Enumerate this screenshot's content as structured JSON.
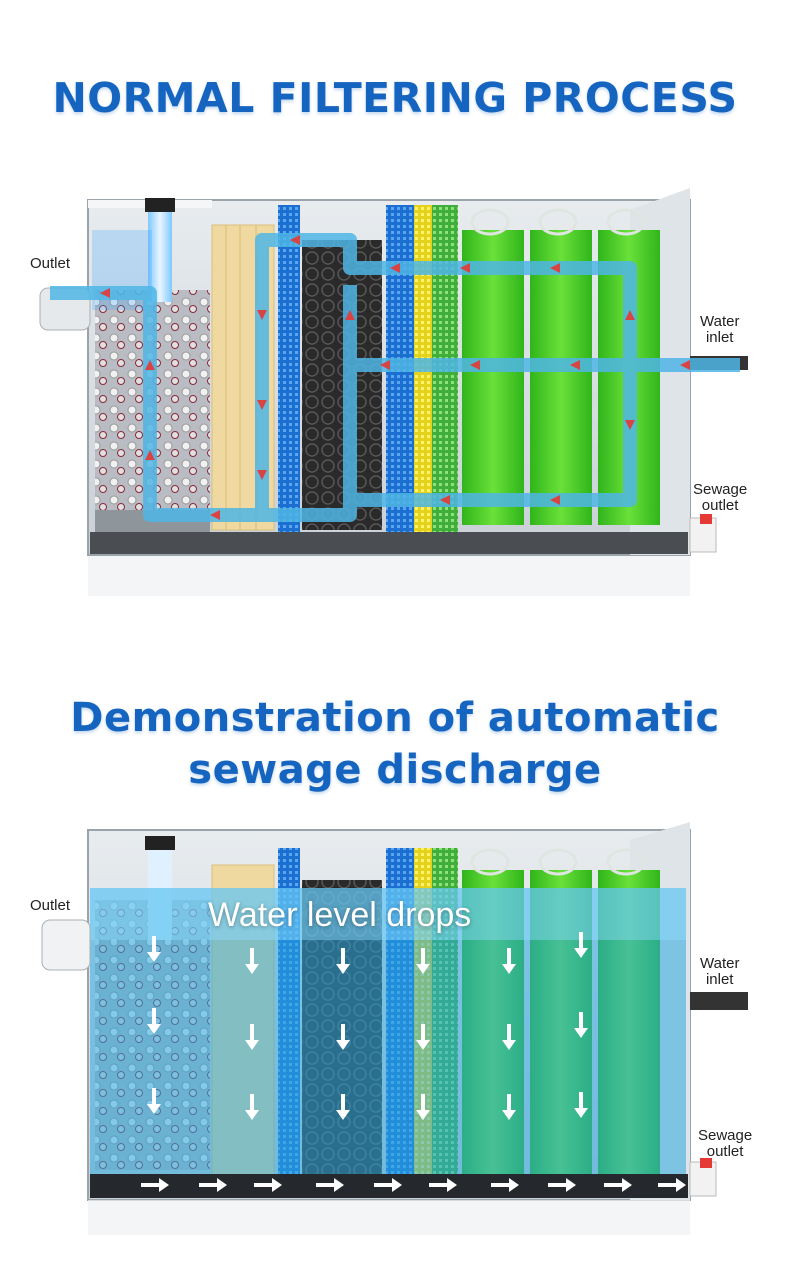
{
  "section1": {
    "title": "NORMAL FILTERING PROCESS",
    "labels": {
      "outlet": "Outlet",
      "water_inlet_line1": "Water",
      "water_inlet_line2": "inlet",
      "sewage_outlet_line1": "Sewage",
      "sewage_outlet_line2": "outlet"
    }
  },
  "section2": {
    "title_line1": "Demonstration of automatic",
    "title_line2": "sewage discharge",
    "overlay": "Water level drops",
    "labels": {
      "outlet": "Outlet",
      "water_inlet_line1": "Water",
      "water_inlet_line2": "inlet",
      "sewage_outlet_line1": "Sewage",
      "sewage_outlet_line2": "outlet"
    }
  },
  "colors": {
    "title": "#1565c0",
    "flow_path": "#4fb6e6",
    "flow_arrow": "#d84343",
    "brush_green": "#52d22a",
    "sponge_yellow": "#f0d9a0",
    "water_blue": "#2aa8e0"
  }
}
